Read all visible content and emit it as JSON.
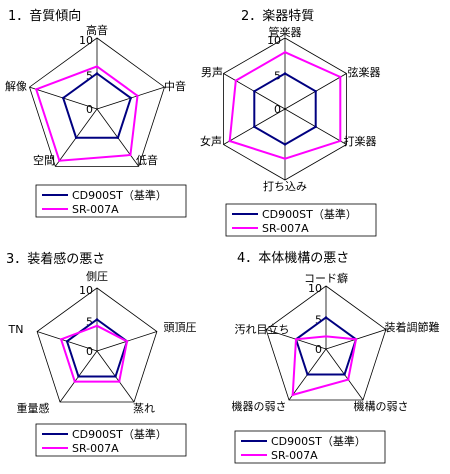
{
  "chart_data": [
    {
      "type": "radar",
      "title": "1．音質傾向",
      "axes": [
        "高音",
        "中音",
        "低音",
        "空間",
        "解像"
      ],
      "scale": {
        "max": 10,
        "ticks": [
          0,
          5,
          10
        ]
      },
      "series": [
        {
          "name": "CD900ST（基準）",
          "color": "#000080",
          "values": [
            5,
            5,
            5,
            5,
            5
          ]
        },
        {
          "name": "SR-007A",
          "color": "#ff00ff",
          "values": [
            6,
            6,
            8,
            9,
            9
          ]
        }
      ]
    },
    {
      "type": "radar",
      "title": "2．楽器特質",
      "axes": [
        "管楽器",
        "弦楽器",
        "打楽器",
        "打ち込み",
        "女声",
        "男声"
      ],
      "scale": {
        "max": 10,
        "ticks": [
          0,
          5,
          10
        ]
      },
      "series": [
        {
          "name": "CD900ST（基準）",
          "color": "#000080",
          "values": [
            5,
            5,
            5,
            5,
            5,
            5
          ]
        },
        {
          "name": "SR-007A",
          "color": "#ff00ff",
          "values": [
            8,
            9,
            9,
            7,
            9,
            8
          ]
        }
      ]
    },
    {
      "type": "radar",
      "title": "3．装着感の悪さ",
      "axes": [
        "側圧",
        "頭頂圧",
        "蒸れ",
        "重量感",
        "TN"
      ],
      "scale": {
        "max": 10,
        "ticks": [
          0,
          5,
          10
        ]
      },
      "series": [
        {
          "name": "CD900ST（基準）",
          "color": "#000080",
          "values": [
            5,
            5,
            5,
            5,
            5
          ]
        },
        {
          "name": "SR-007A",
          "color": "#ff00ff",
          "values": [
            4,
            5,
            6,
            6,
            6
          ]
        }
      ]
    },
    {
      "type": "radar",
      "title": "4．本体機構の悪さ",
      "axes": [
        "コード癖",
        "装着調節難",
        "機構の弱さ",
        "機器の弱さ",
        "汚れ目立ち"
      ],
      "scale": {
        "max": 10,
        "ticks": [
          0,
          5,
          10
        ]
      },
      "series": [
        {
          "name": "CD900ST（基準）",
          "color": "#000080",
          "values": [
            5,
            5,
            5,
            5,
            5
          ]
        },
        {
          "name": "SR-007A",
          "color": "#ff00ff",
          "values": [
            2,
            5,
            6,
            9,
            5
          ]
        }
      ]
    }
  ]
}
